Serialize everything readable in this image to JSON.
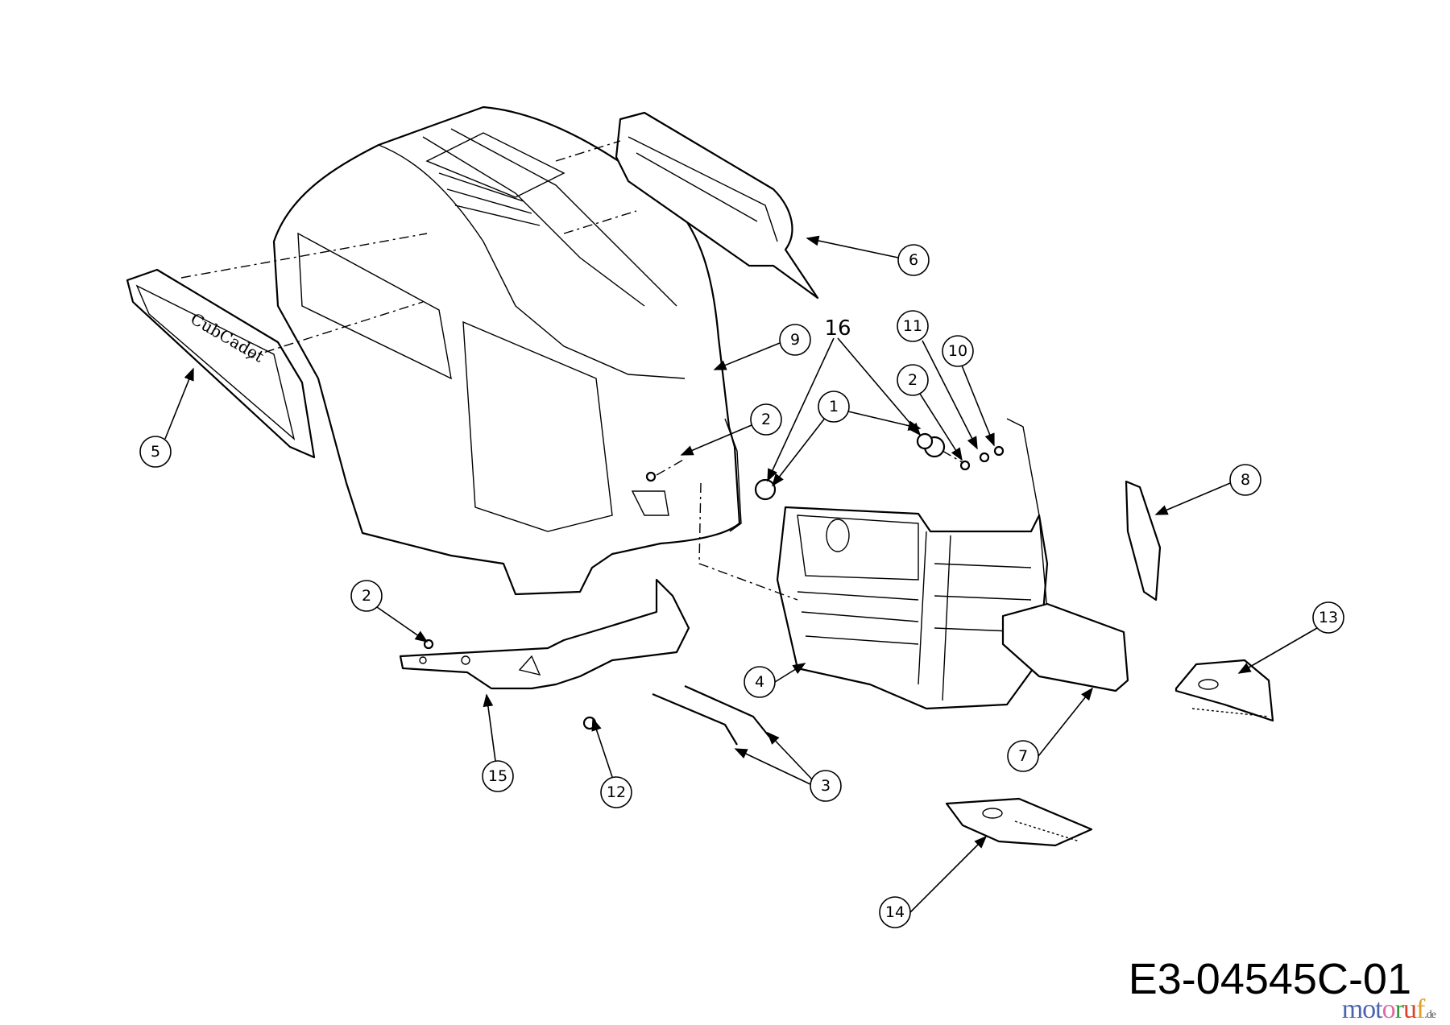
{
  "diagram": {
    "drawing_id": "E3-04545C-01",
    "watermark": {
      "letters": [
        "m",
        "o",
        "t",
        "o",
        "r",
        "u",
        "f"
      ],
      "colors": [
        "#4a63b0",
        "#4a63b0",
        "#4a63b0",
        "#e06aa0",
        "#3a9a3a",
        "#e0402a",
        "#e0a020"
      ],
      "suffix": ".de"
    },
    "logo_text": "CubCadet",
    "callouts": {
      "c1": "1",
      "c2a": "2",
      "c2b": "2",
      "c2c": "2",
      "c3": "3",
      "c4": "4",
      "c5": "5",
      "c6": "6",
      "c7": "7",
      "c8": "8",
      "c9": "9",
      "c10": "10",
      "c11": "11",
      "c12": "12",
      "c13": "13",
      "c14": "14",
      "c15": "15",
      "c16": "16"
    }
  }
}
